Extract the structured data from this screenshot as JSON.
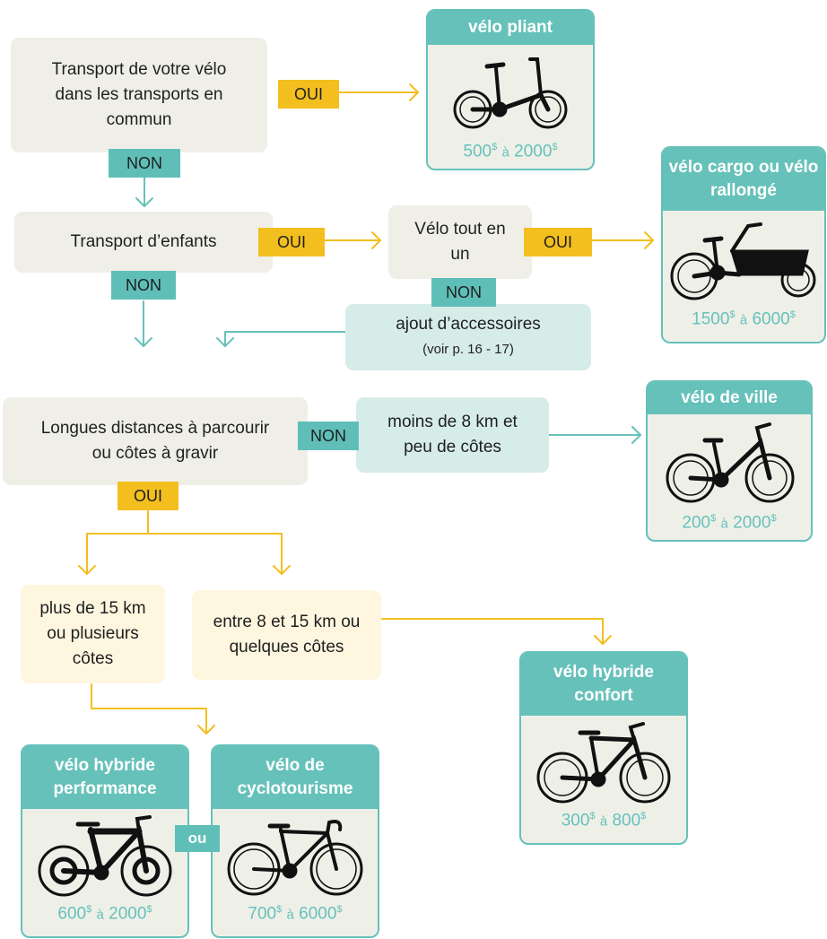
{
  "labels": {
    "oui": "OUI",
    "non": "NON",
    "ou": "ou"
  },
  "questions": {
    "transport_commun": "Transport de votre vélo dans les transports en commun",
    "enfants": "Transport d’enfants",
    "tout_en_un": "Vélo tout en un",
    "accessoires": "ajout d’accessoires",
    "accessoires_ref": "(voir p. 16 - 17)",
    "longues_distances": "Longues distances à parcourir ou côtes à gravir",
    "moins_8": "moins de 8 km et peu de côtes",
    "plus_15": "plus de 15 km ou plusieurs côtes",
    "entre_8_15": "entre 8 et 15 km ou quelques côtes"
  },
  "bikes": {
    "pliant": {
      "title": "vélo pliant",
      "price_min": "500",
      "price_max": "2000"
    },
    "cargo": {
      "title": "vélo cargo ou vélo rallongé",
      "price_min": "1500",
      "price_max": "6000"
    },
    "ville": {
      "title": "vélo de ville",
      "price_min": "200",
      "price_max": "2000"
    },
    "hybride_confort": {
      "title": "vélo hybride confort",
      "price_min": "300",
      "price_max": "800"
    },
    "hybride_performance": {
      "title": "vélo hybride performance",
      "price_min": "600",
      "price_max": "2000"
    },
    "cyclotourisme": {
      "title": "vélo de cyclotourisme",
      "price_min": "700",
      "price_max": "6000"
    }
  },
  "currency": "$",
  "price_joiner": "à",
  "colors": {
    "teal": "#66c1ba",
    "yellow": "#f3bf1e",
    "grey_box": "#efefe8",
    "cream_box": "#fff6e0"
  }
}
